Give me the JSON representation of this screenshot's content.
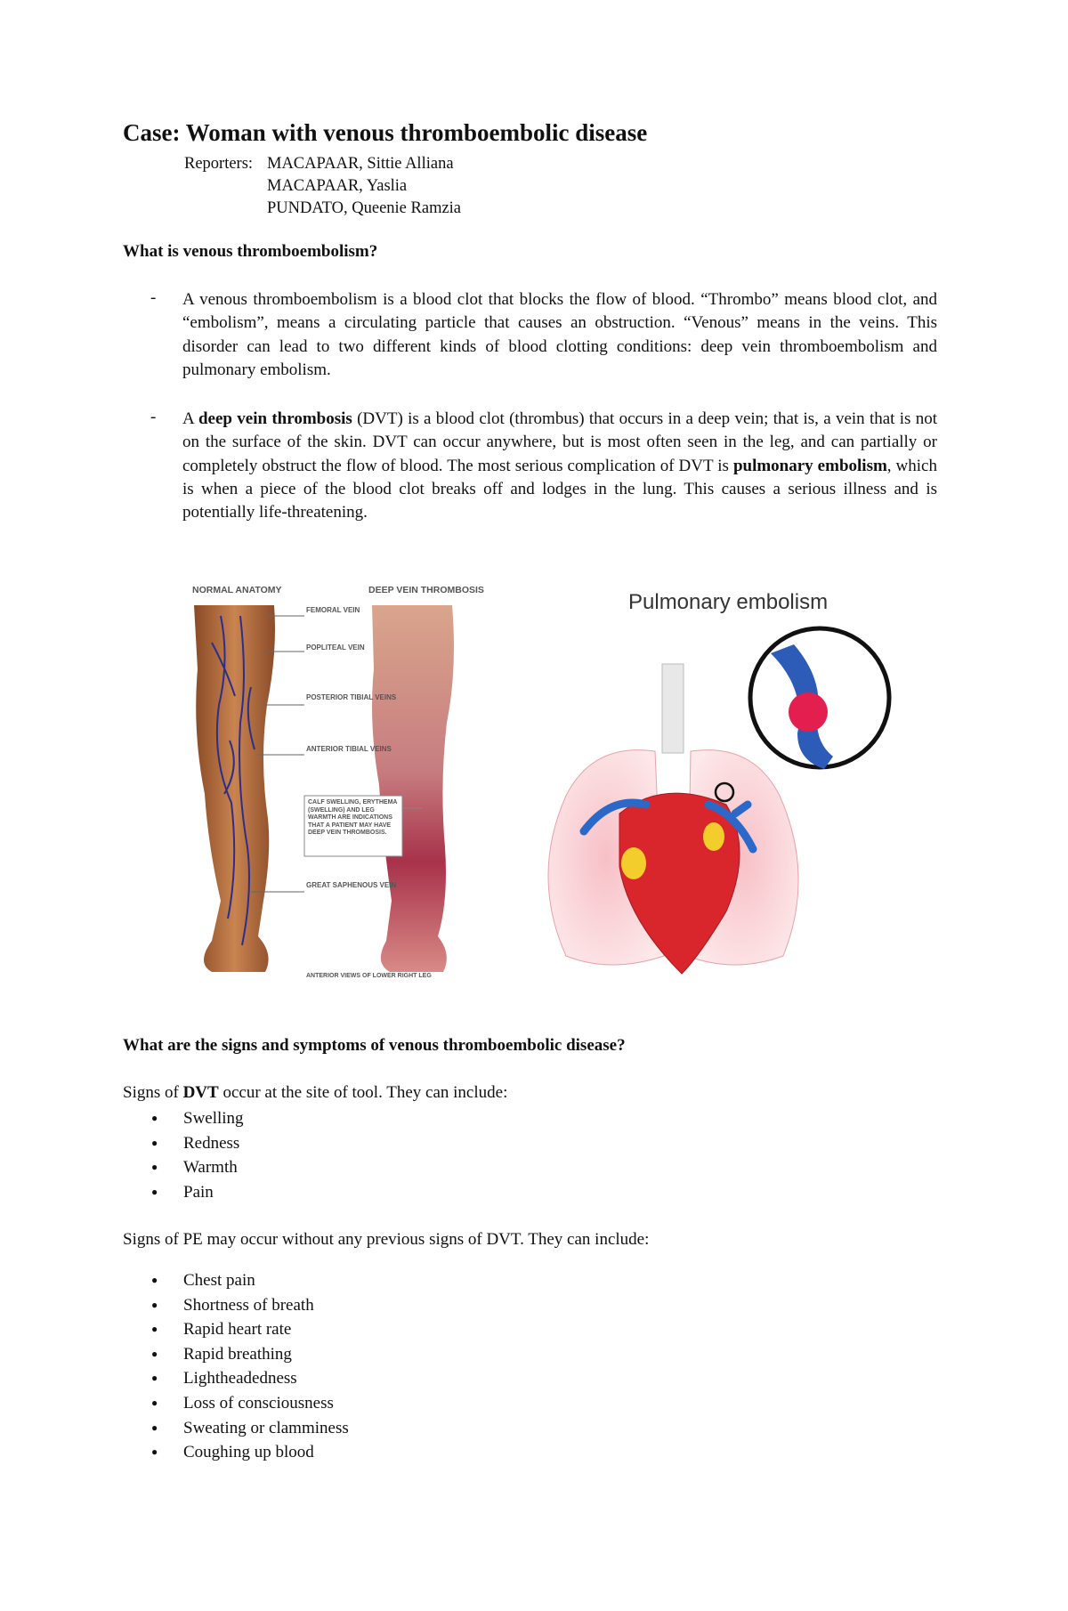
{
  "title": "Case: Woman with venous thromboembolic disease",
  "reporters": {
    "label": "Reporters:",
    "names": [
      "MACAPAAR, Sittie Alliana",
      "MACAPAAR, Yaslia",
      "PUNDATO, Queenie Ramzia"
    ]
  },
  "section1": {
    "heading": "What is venous thromboembolism?",
    "dash": "-",
    "p1": "A venous thromboembolism is a blood clot that blocks the flow of blood. “Thrombo” means blood clot, and “embolism”, means a circulating particle that causes an obstruction. “Venous” means in the veins. This disorder can lead to two different kinds of blood clotting conditions: deep vein thromboembolism and pulmonary embolism.",
    "p2": {
      "a": "A ",
      "b": "deep vein thrombosis",
      "c": " (DVT) is a blood clot (thrombus) that occurs in a deep vein; that is, a vein that is not on the surface of the skin. DVT can occur anywhere, but is most often seen in the leg, and can partially or completely obstruct the flow of blood. The most serious complication of DVT is ",
      "d": "pulmonary embolism",
      "e": ", which is when a piece of the blood clot breaks off and lodges in the lung. This causes a serious illness and is potentially life-threatening."
    }
  },
  "figure_dvt": {
    "left_title": "NORMAL ANATOMY",
    "right_title": "DEEP VEIN THROMBOSIS",
    "labels": [
      "FEMORAL VEIN",
      "POPLITEAL VEIN",
      "POSTERIOR TIBIAL VEINS",
      "ANTERIOR TIBIAL VEINS",
      "GREAT SAPHENOUS VEIN"
    ],
    "callout": "CALF SWELLING, ERYTHEMA (SWELLING) AND LEG WARMTH ARE INDICATIONS THAT A PATIENT MAY HAVE DEEP VEIN THROMBOSIS.",
    "footer": "ANTERIOR VIEWS OF LOWER RIGHT LEG"
  },
  "figure_pe": {
    "title": "Pulmonary embolism"
  },
  "section2": {
    "heading": "What are the signs and symptoms of venous thromboembolic disease?",
    "dvt_intro": {
      "a": "Signs of ",
      "b": "DVT",
      "c": " occur at the site of tool. They can include:"
    },
    "dvt_signs": [
      "Swelling",
      "Redness",
      "Warmth",
      "Pain"
    ],
    "pe_intro": "Signs of PE may occur without any previous signs of DVT. They can include:",
    "pe_signs": [
      "Chest pain",
      "Shortness of breath",
      "Rapid heart rate",
      "Rapid breathing",
      "Lightheadedness",
      "Loss of consciousness",
      "Sweating or clamminess",
      "Coughing up blood"
    ]
  }
}
